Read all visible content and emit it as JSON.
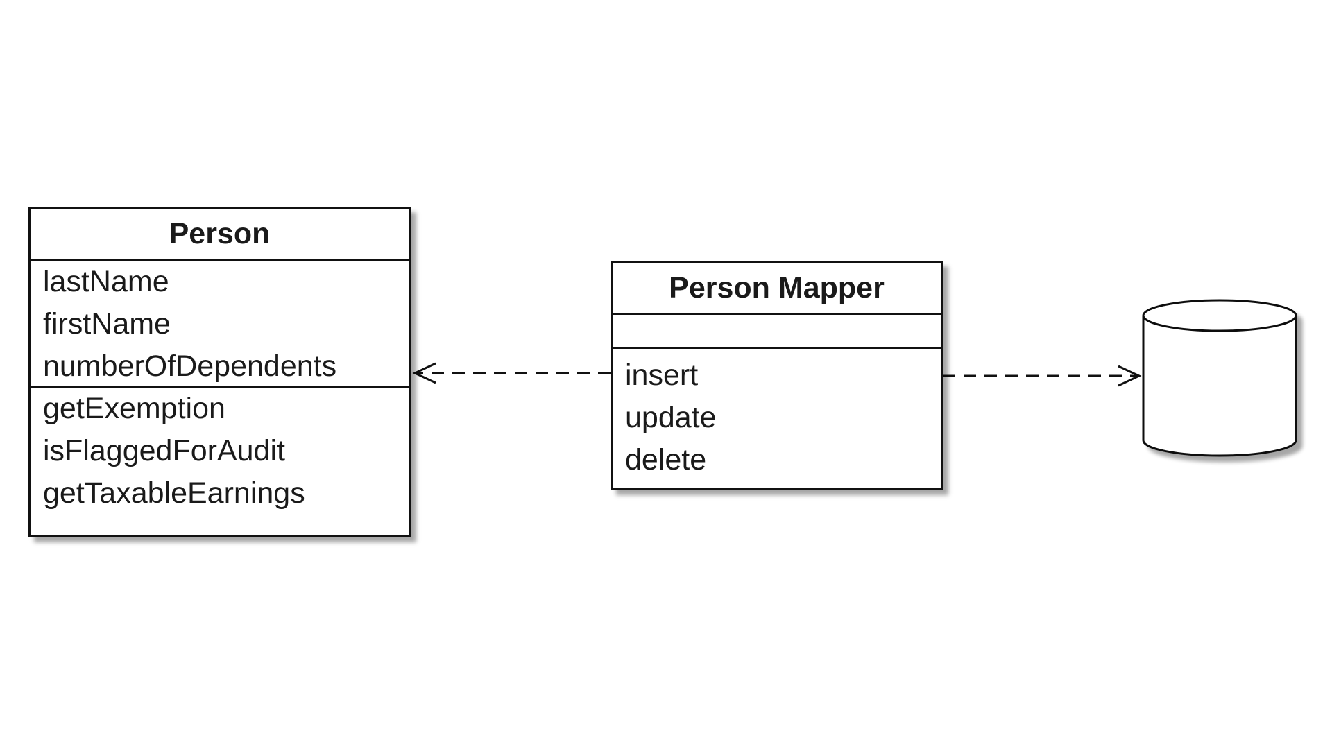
{
  "person": {
    "name": "Person",
    "attributes": [
      "lastName",
      "firstName",
      "numberOfDependents"
    ],
    "operations": [
      "getExemption",
      "isFlaggedForAudit",
      "getTaxableEarnings"
    ]
  },
  "mapper": {
    "name": "Person Mapper",
    "attributes": [],
    "operations": [
      "insert",
      "update",
      "delete"
    ]
  },
  "colors": {
    "stroke": "#111111",
    "text": "#1a1a1a",
    "background": "#ffffff"
  },
  "icons": {
    "database": "database-icon"
  }
}
